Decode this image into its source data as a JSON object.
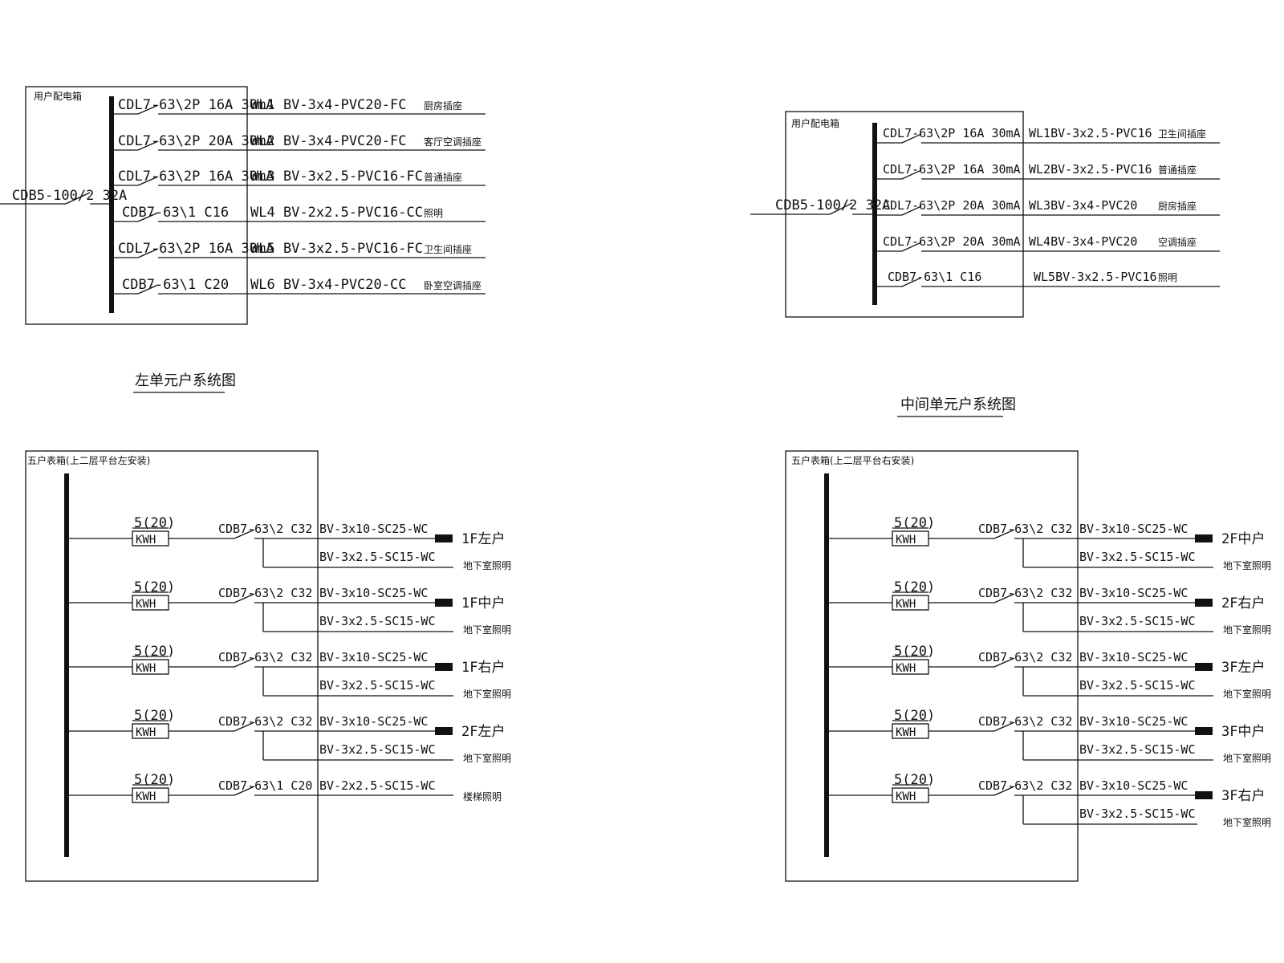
{
  "colors": {
    "line": "#111111",
    "background": "#ffffff"
  },
  "left_household": {
    "box_label": "用户配电箱",
    "main_breaker": "CDB5-100/2 32A",
    "title": "左单元户系统图",
    "circuits": [
      {
        "breaker": "CDL7-63\\2P 16A 30mA",
        "cable": "WL1 BV-3x4-PVC20-FC",
        "load": "厨房插座"
      },
      {
        "breaker": "CDL7-63\\2P 20A 30mA",
        "cable": "WL2 BV-3x4-PVC20-FC",
        "load": "客厅空调插座"
      },
      {
        "breaker": "CDL7-63\\2P 16A 30mA",
        "cable": "WL3 BV-3x2.5-PVC16-FC",
        "load": "普通插座"
      },
      {
        "breaker": "CDB7-63\\1 C16",
        "cable": "WL4 BV-2x2.5-PVC16-CC",
        "load": "照明"
      },
      {
        "breaker": "CDL7-63\\2P 16A 30mA",
        "cable": "WL5 BV-3x2.5-PVC16-FC",
        "load": "卫生间插座"
      },
      {
        "breaker": "CDB7-63\\1 C20",
        "cable": "WL6 BV-3x4-PVC20-CC",
        "load": "卧室空调插座"
      }
    ]
  },
  "middle_household": {
    "box_label": "用户配电箱",
    "main_breaker": "CDB5-100/2 32A",
    "title": "中间单元户系统图",
    "circuits": [
      {
        "breaker": "CDL7-63\\2P 16A 30mA",
        "cable": "WL1BV-3x2.5-PVC16",
        "load": "卫生间插座"
      },
      {
        "breaker": "CDL7-63\\2P 16A 30mA",
        "cable": "WL2BV-3x2.5-PVC16",
        "load": "普通插座"
      },
      {
        "breaker": "CDL7-63\\2P 20A 30mA",
        "cable": "WL3BV-3x4-PVC20",
        "load": "厨房插座"
      },
      {
        "breaker": "CDL7-63\\2P 20A 30mA",
        "cable": "WL4BV-3x4-PVC20",
        "load": "空调插座"
      },
      {
        "breaker": "CDB7-63\\1 C16",
        "cable": "WL5BV-3x2.5-PVC16",
        "load": "照明"
      }
    ]
  },
  "left_meter_box": {
    "box_label": "五户表箱(上二层平台左安装)",
    "rows": [
      {
        "meter_rating": "5(20)",
        "meter_label": "KWH",
        "breaker": "CDB7-63\\2 C32",
        "cable_main": "BV-3x10-SC25-WC",
        "dest_main": "1F左户",
        "cable_sub": "BV-3x2.5-SC15-WC",
        "dest_sub": "地下室照明"
      },
      {
        "meter_rating": "5(20)",
        "meter_label": "KWH",
        "breaker": "CDB7-63\\2 C32",
        "cable_main": "BV-3x10-SC25-WC",
        "dest_main": "1F中户",
        "cable_sub": "BV-3x2.5-SC15-WC",
        "dest_sub": "地下室照明"
      },
      {
        "meter_rating": "5(20)",
        "meter_label": "KWH",
        "breaker": "CDB7-63\\2 C32",
        "cable_main": "BV-3x10-SC25-WC",
        "dest_main": "1F右户",
        "cable_sub": "BV-3x2.5-SC15-WC",
        "dest_sub": "地下室照明"
      },
      {
        "meter_rating": "5(20)",
        "meter_label": "KWH",
        "breaker": "CDB7-63\\2 C32",
        "cable_main": "BV-3x10-SC25-WC",
        "dest_main": "2F左户",
        "cable_sub": "BV-3x2.5-SC15-WC",
        "dest_sub": "地下室照明"
      },
      {
        "meter_rating": "5(20)",
        "meter_label": "KWH",
        "breaker": "CDB7-63\\1 C20",
        "cable_main": "BV-2x2.5-SC15-WC",
        "dest_main": "楼梯照明",
        "cable_sub": "",
        "dest_sub": ""
      }
    ]
  },
  "right_meter_box": {
    "box_label": "五户表箱(上二层平台右安装)",
    "rows": [
      {
        "meter_rating": "5(20)",
        "meter_label": "KWH",
        "breaker": "CDB7-63\\2 C32",
        "cable_main": "BV-3x10-SC25-WC",
        "dest_main": "2F中户",
        "cable_sub": "BV-3x2.5-SC15-WC",
        "dest_sub": "地下室照明"
      },
      {
        "meter_rating": "5(20)",
        "meter_label": "KWH",
        "breaker": "CDB7-63\\2 C32",
        "cable_main": "BV-3x10-SC25-WC",
        "dest_main": "2F右户",
        "cable_sub": "BV-3x2.5-SC15-WC",
        "dest_sub": "地下室照明"
      },
      {
        "meter_rating": "5(20)",
        "meter_label": "KWH",
        "breaker": "CDB7-63\\2 C32",
        "cable_main": "BV-3x10-SC25-WC",
        "dest_main": "3F左户",
        "cable_sub": "BV-3x2.5-SC15-WC",
        "dest_sub": "地下室照明"
      },
      {
        "meter_rating": "5(20)",
        "meter_label": "KWH",
        "breaker": "CDB7-63\\2 C32",
        "cable_main": "BV-3x10-SC25-WC",
        "dest_main": "3F中户",
        "cable_sub": "BV-3x2.5-SC15-WC",
        "dest_sub": "地下室照明"
      },
      {
        "meter_rating": "5(20)",
        "meter_label": "KWH",
        "breaker": "CDB7-63\\2 C32",
        "cable_main": "BV-3x10-SC25-WC",
        "dest_main": "3F右户",
        "cable_sub": "BV-3x2.5-SC15-WC",
        "dest_sub": "地下室照明"
      }
    ]
  }
}
